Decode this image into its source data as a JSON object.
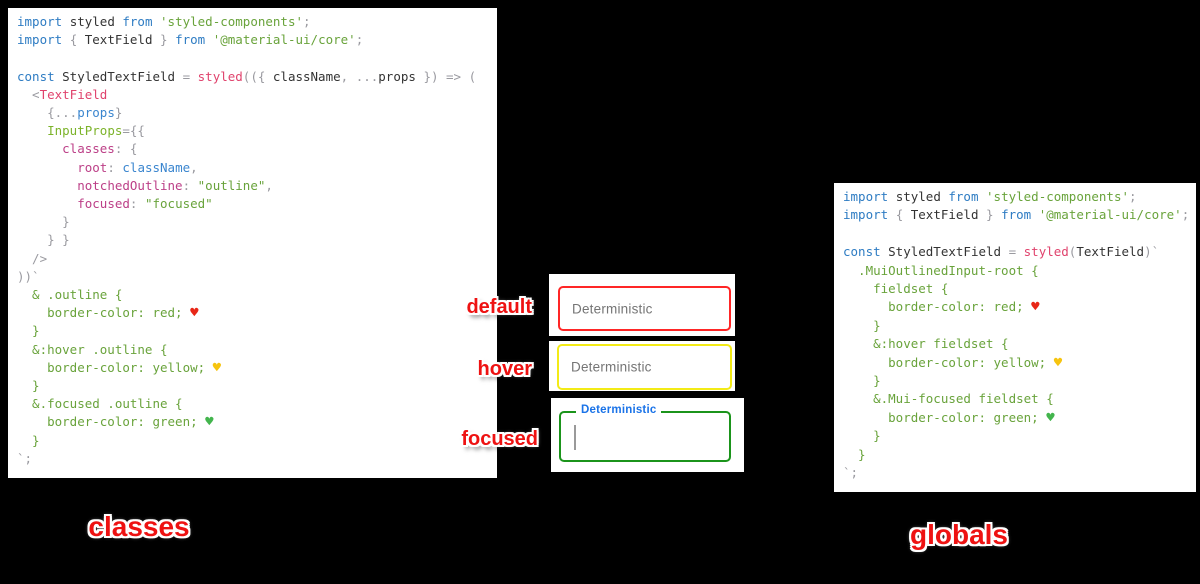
{
  "colors": {
    "kw": "#2e7cc3",
    "id": "#333333",
    "pun": "#9a9aa0",
    "str": "#69a33b",
    "attr": "#7cb32a",
    "prop": "#bc3f87",
    "var": "#3b86cf",
    "fn": "#e0436d",
    "tag": "#e0436d",
    "css": "#69a33b",
    "heart_red": "#e82717",
    "heart_yellow": "#f6c40f",
    "heart_green": "#43b54d",
    "border_red": "#ff2626",
    "border_yellow": "#f3eb16",
    "border_green": "#1b941b",
    "label_blue": "#1a73e8",
    "caption_red": "#ee1212",
    "placeholder_gray": "#757575"
  },
  "captions": {
    "default": "default",
    "hover": "hover",
    "focused": "focused",
    "classes": "classes",
    "globals": "globals"
  },
  "textfields": {
    "default": {
      "value": "Deterministic"
    },
    "hover": {
      "value": "Deterministic"
    },
    "focused": {
      "label": "Deterministic",
      "value": ""
    }
  },
  "code_classes": {
    "lines": [
      [
        [
          "kw",
          "import "
        ],
        [
          "id",
          "styled "
        ],
        [
          "kw",
          "from "
        ],
        [
          "str",
          "'styled-components'"
        ],
        [
          "pun",
          ";"
        ]
      ],
      [
        [
          "kw",
          "import "
        ],
        [
          "pun",
          "{ "
        ],
        [
          "id",
          "TextField "
        ],
        [
          "pun",
          "} "
        ],
        [
          "kw",
          "from "
        ],
        [
          "str",
          "'@material-ui/core'"
        ],
        [
          "pun",
          ";"
        ]
      ],
      [],
      [
        [
          "kw",
          "const "
        ],
        [
          "id",
          "StyledTextField "
        ],
        [
          "pun",
          "= "
        ],
        [
          "fn",
          "styled"
        ],
        [
          "pun",
          "(({ "
        ],
        [
          "id",
          "className"
        ],
        [
          "pun",
          ", ..."
        ],
        [
          "id",
          "props"
        ],
        [
          "pun",
          " }) => ("
        ]
      ],
      [
        [
          "pun",
          "  <"
        ],
        [
          "tag",
          "TextField"
        ]
      ],
      [
        [
          "pun",
          "    {..."
        ],
        [
          "var",
          "props"
        ],
        [
          "pun",
          "}"
        ]
      ],
      [
        [
          "pun",
          "    "
        ],
        [
          "attr",
          "InputProps"
        ],
        [
          "pun",
          "={{"
        ]
      ],
      [
        [
          "pun",
          "      "
        ],
        [
          "prop",
          "classes"
        ],
        [
          "pun",
          ": {"
        ]
      ],
      [
        [
          "pun",
          "        "
        ],
        [
          "prop",
          "root"
        ],
        [
          "pun",
          ": "
        ],
        [
          "var",
          "className"
        ],
        [
          "pun",
          ","
        ]
      ],
      [
        [
          "pun",
          "        "
        ],
        [
          "prop",
          "notchedOutline"
        ],
        [
          "pun",
          ": "
        ],
        [
          "str",
          "\"outline\""
        ],
        [
          "pun",
          ","
        ]
      ],
      [
        [
          "pun",
          "        "
        ],
        [
          "prop",
          "focused"
        ],
        [
          "pun",
          ": "
        ],
        [
          "str",
          "\"focused\""
        ]
      ],
      [
        [
          "pun",
          "      }"
        ]
      ],
      [
        [
          "pun",
          "    } }"
        ]
      ],
      [
        [
          "pun",
          "  />"
        ]
      ],
      [
        [
          "pun",
          "))`"
        ]
      ],
      [
        [
          "css",
          "  & .outline {"
        ]
      ],
      [
        [
          "css",
          "    border-color: red; "
        ],
        [
          "hr",
          "♥"
        ]
      ],
      [
        [
          "css",
          "  }"
        ]
      ],
      [
        [
          "css",
          "  &:hover .outline {"
        ]
      ],
      [
        [
          "css",
          "    border-color: yellow; "
        ],
        [
          "hy",
          "♥"
        ]
      ],
      [
        [
          "css",
          "  }"
        ]
      ],
      [
        [
          "css",
          "  &.focused .outline {"
        ]
      ],
      [
        [
          "css",
          "    border-color: green; "
        ],
        [
          "hg",
          "♥"
        ]
      ],
      [
        [
          "css",
          "  }"
        ]
      ],
      [
        [
          "pun",
          "`;"
        ]
      ]
    ]
  },
  "code_globals": {
    "lines": [
      [
        [
          "kw",
          "import "
        ],
        [
          "id",
          "styled "
        ],
        [
          "kw",
          "from "
        ],
        [
          "str",
          "'styled-components'"
        ],
        [
          "pun",
          ";"
        ]
      ],
      [
        [
          "kw",
          "import "
        ],
        [
          "pun",
          "{ "
        ],
        [
          "id",
          "TextField "
        ],
        [
          "pun",
          "} "
        ],
        [
          "kw",
          "from "
        ],
        [
          "str",
          "'@material-ui/core'"
        ],
        [
          "pun",
          ";"
        ]
      ],
      [],
      [
        [
          "kw",
          "const "
        ],
        [
          "id",
          "StyledTextField "
        ],
        [
          "pun",
          "= "
        ],
        [
          "fn",
          "styled"
        ],
        [
          "pun",
          "("
        ],
        [
          "id",
          "TextField"
        ],
        [
          "pun",
          ")`"
        ]
      ],
      [
        [
          "css",
          "  .MuiOutlinedInput-root {"
        ]
      ],
      [
        [
          "css",
          "    fieldset {"
        ]
      ],
      [
        [
          "css",
          "      border-color: red; "
        ],
        [
          "hr",
          "♥"
        ]
      ],
      [
        [
          "css",
          "    }"
        ]
      ],
      [
        [
          "css",
          "    &:hover fieldset {"
        ]
      ],
      [
        [
          "css",
          "      border-color: yellow; "
        ],
        [
          "hy",
          "♥"
        ]
      ],
      [
        [
          "css",
          "    }"
        ]
      ],
      [
        [
          "css",
          "    &.Mui-focused fieldset {"
        ]
      ],
      [
        [
          "css",
          "      border-color: green; "
        ],
        [
          "hg",
          "♥"
        ]
      ],
      [
        [
          "css",
          "    }"
        ]
      ],
      [
        [
          "css",
          "  }"
        ]
      ],
      [
        [
          "pun",
          "`;"
        ]
      ]
    ]
  }
}
